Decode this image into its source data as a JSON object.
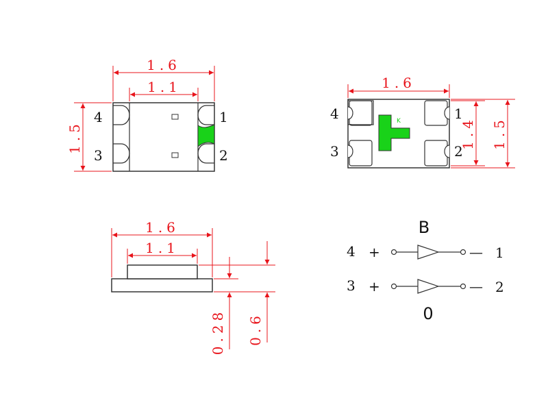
{
  "colors": {
    "dimension": "#e8141b",
    "outline": "#333333",
    "marker": "#19d219",
    "marker_text": "#19d219"
  },
  "top_view": {
    "width_outer": "1.6",
    "width_inner": "1.1",
    "height": "1.5",
    "pins": {
      "top_left": "4",
      "bottom_left": "3",
      "top_right": "1",
      "bottom_right": "2"
    }
  },
  "bottom_view": {
    "width": "1.6",
    "inner_height": "1.4",
    "outer_height": "1.5",
    "cathode_mark": "K",
    "pins": {
      "top_left": "4",
      "bottom_left": "3",
      "top_right": "1",
      "bottom_right": "2"
    }
  },
  "side_view": {
    "width_outer": "1.6",
    "width_inner": "1.1",
    "base_height": "0.28",
    "total_height": "0.6"
  },
  "circuit": {
    "top_label": "B",
    "bottom_label": "0",
    "row1": {
      "left_pin": "4",
      "left_sign": "+",
      "right_pin": "1",
      "right_sign": "—"
    },
    "row2": {
      "left_pin": "3",
      "left_sign": "+",
      "right_pin": "2",
      "right_sign": "—"
    }
  }
}
